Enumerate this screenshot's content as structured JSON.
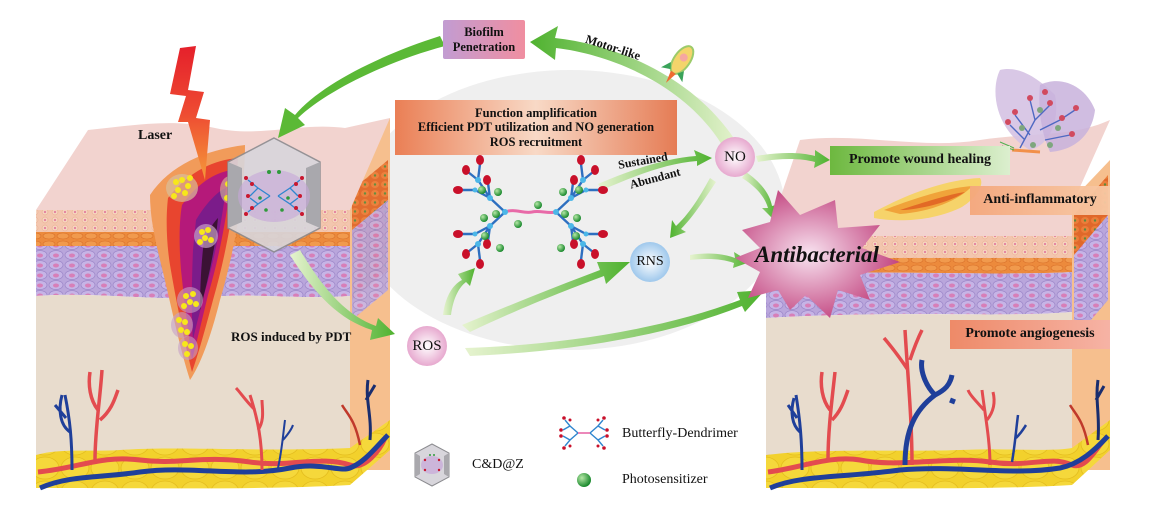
{
  "diagram": {
    "title_boxes": {
      "biofilm": {
        "line1": "Biofilm",
        "line2": "Penetration"
      },
      "function": {
        "line1": "Function amplification",
        "line2": "Efficient PDT utilization and NO generation",
        "line3": "ROS recruitment"
      }
    },
    "labels": {
      "motor_like": "Motor-like",
      "laser": "Laser",
      "ros_induced": "ROS induced by PDT",
      "sustained": "Sustained",
      "abundant": "Abundant",
      "antibacterial": "Antibacterial"
    },
    "nodes": {
      "no": "NO",
      "rns": "RNS",
      "ros": "ROS"
    },
    "effects": {
      "wound_healing": "Promote wound healing",
      "anti_inflammatory": "Anti-inflammatory",
      "angiogenesis": "Promote angiogenesis"
    },
    "legend": {
      "cdz": "C&D@Z",
      "dendrimer": "Butterfly-Dendrimer",
      "photosensitizer": "Photosensitizer"
    },
    "colors": {
      "arrow_green": "#5bb936",
      "arrow_light": "#d6ecb0",
      "skin_top": "#f2d3cf",
      "dermis": "#e8dccd",
      "side_orange": "#f6bf8e",
      "fat_yellow": "#f2d22e",
      "vessel_red": "#e34b4f",
      "vessel_blue": "#1f3f9a",
      "antibacterial_pink": "#c9578f",
      "function_box": "#ec8a63",
      "biofilm_box_left": "#c79dd0",
      "biofilm_box_right": "#ef8fa2",
      "wound_box": "#7cc04f",
      "angio_box": "#f08f6e"
    }
  }
}
